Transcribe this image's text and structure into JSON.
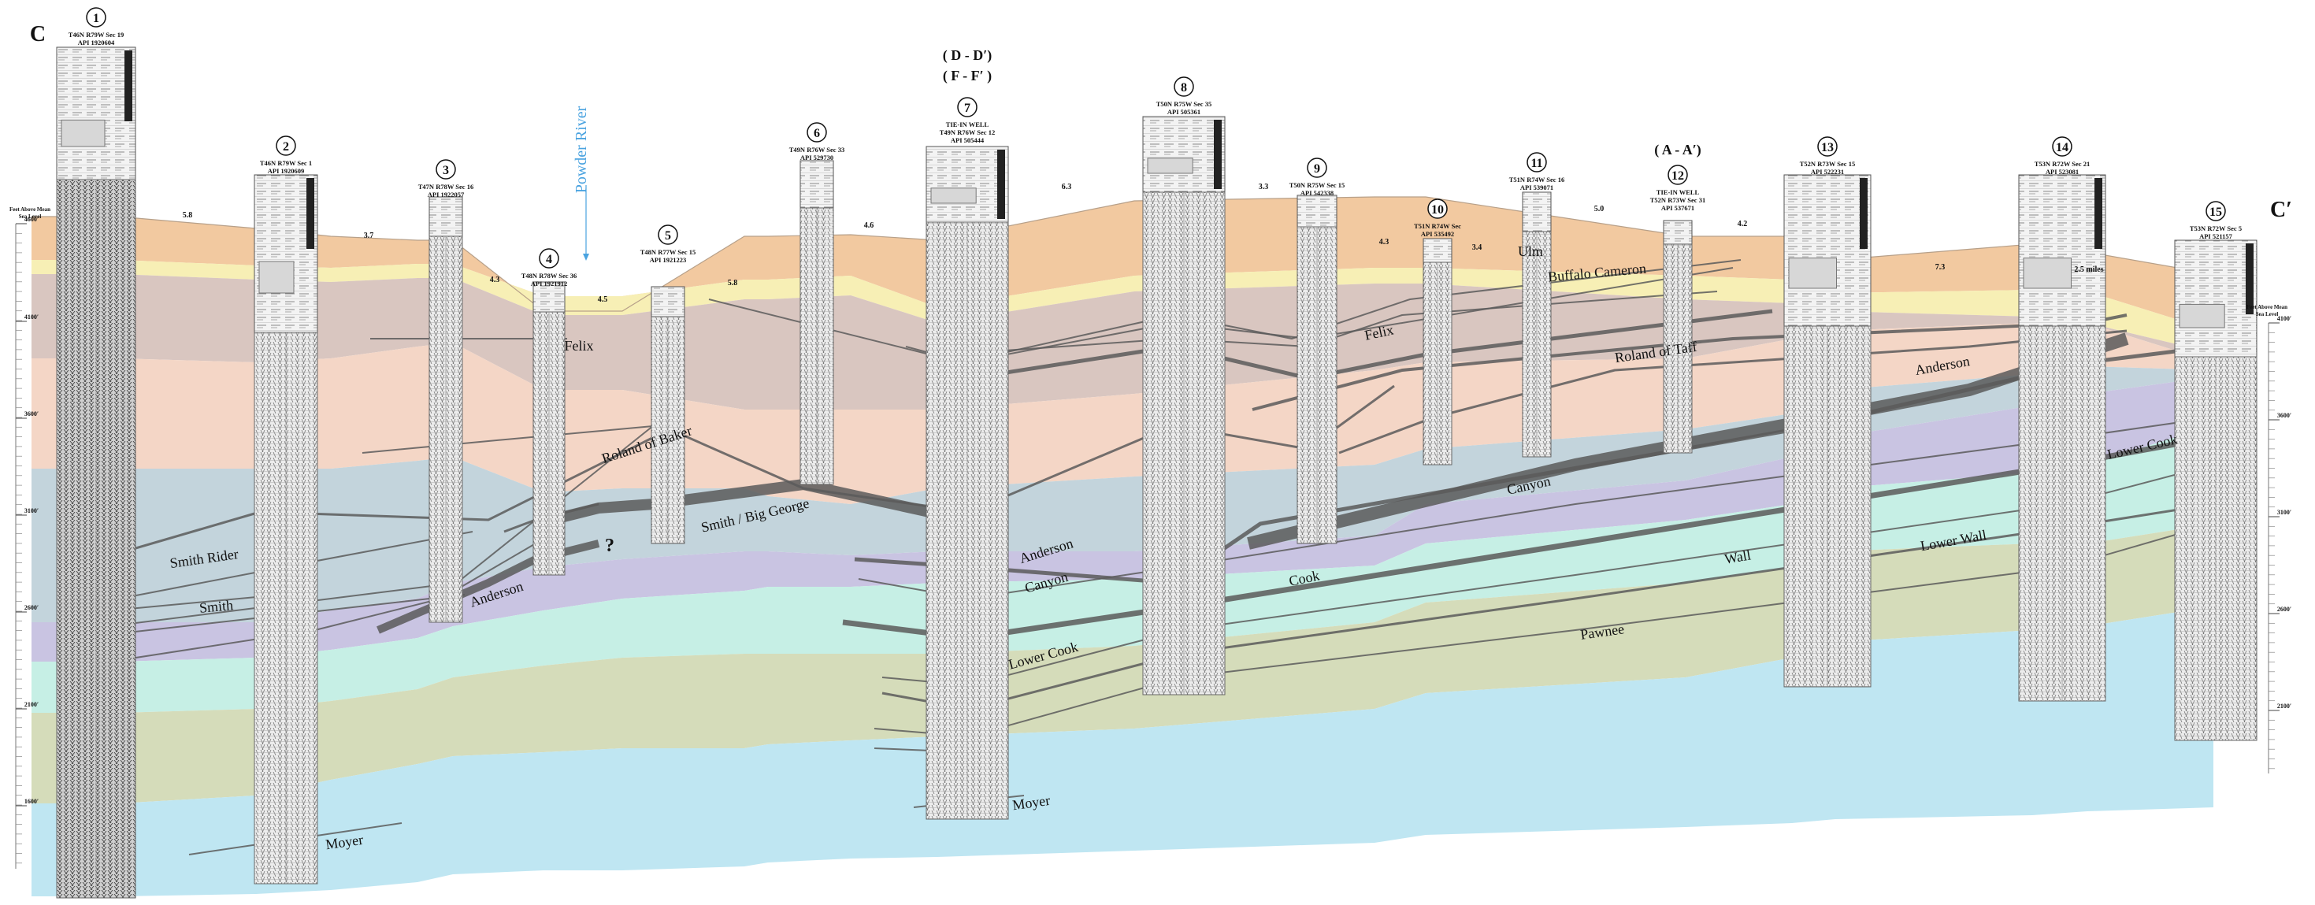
{
  "section": {
    "label_left": "C",
    "label_right": "C′",
    "river_label": "Powder River",
    "scale_left": {
      "title": [
        "Feet Above Mean",
        "Sea Level"
      ],
      "ticks": [
        "4600′",
        "4100′",
        "3600′",
        "3100′",
        "2600′",
        "2100′",
        "1600′"
      ]
    },
    "scale_right": {
      "title": [
        "Feet Above Mean",
        "Sea Level"
      ],
      "ticks": [
        "4100′",
        "3600′",
        "3100′",
        "2600′",
        "2100′"
      ]
    },
    "colors": {
      "topsoil": "#f2c9a0",
      "band_yellow": "#f7efb5",
      "band_mauve": "#d9c6c0",
      "band_salmon": "#f4d6c6",
      "band_slate": "#c3d4dc",
      "band_lavender": "#c9c4e2",
      "band_aqua": "#c6efe5",
      "band_olive": "#d5dcba",
      "band_sky": "#bfe6f2",
      "coal": "#5a5a5a"
    }
  },
  "wells": [
    {
      "num": "1",
      "l1": "T46N R79W Sec 19",
      "l2": "API 1920604"
    },
    {
      "num": "2",
      "l1": "T46N R79W Sec 1",
      "l2": "API 1920609"
    },
    {
      "num": "3",
      "l1": "T47N R78W Sec 16",
      "l2": "API 1922057"
    },
    {
      "num": "4",
      "l1": "T48N R78W Sec 36",
      "l2": "API 1921912"
    },
    {
      "num": "5",
      "l1": "T48N R77W Sec 15",
      "l2": "API 1921223"
    },
    {
      "num": "6",
      "l1": "T49N R76W Sec 33",
      "l2": "API 529730"
    },
    {
      "num": "7",
      "l0": "TIE-IN WELL",
      "l1": "T49N R76W Sec 12",
      "l2": "API 505444",
      "tie": [
        "( D - D′)",
        "( F - F′ )"
      ]
    },
    {
      "num": "8",
      "l1": "T50N R75W Sec 35",
      "l2": "API 505361"
    },
    {
      "num": "9",
      "l1": "T50N R75W Sec 15",
      "l2": "API 542338"
    },
    {
      "num": "10",
      "l1": "T51N R74W Sec",
      "l2": "API 535492"
    },
    {
      "num": "11",
      "l1": "T51N R74W Sec 16",
      "l2": "API 539071"
    },
    {
      "num": "12",
      "l0": "TIE-IN WELL",
      "l1": "T52N R73W Sec 31",
      "l2": "API 537671",
      "tie": [
        "( A - A′)"
      ]
    },
    {
      "num": "13",
      "l1": "T52N R73W Sec 15",
      "l2": "API 522231"
    },
    {
      "num": "14",
      "l1": "T53N R72W Sec 21",
      "l2": "API 523081"
    },
    {
      "num": "15",
      "l1": "T53N R72W Sec 5",
      "l2": "API 521157"
    }
  ],
  "distances": [
    "5.8",
    "3.7",
    "4.3",
    "4.5",
    "5.8",
    "4.6",
    "6.3",
    "3.3",
    "4.3",
    "3.4",
    "5.0",
    "4.2",
    "7.3",
    "2.5 miles"
  ],
  "coal_labels": [
    "Felix",
    "Roland of Baker",
    "Smith / Big George",
    "Smith Rider",
    "Smith",
    "Anderson",
    "?",
    "Anderson",
    "Canyon",
    "Lower Cook",
    "Moyer",
    "Moyer",
    "Ulm",
    "Buffalo Cameron",
    "Felix",
    "Roland of Taff",
    "Anderson",
    "Canyon",
    "Cook",
    "Wall",
    "Lower Wall",
    "Lower Cook",
    "Pawnee"
  ]
}
